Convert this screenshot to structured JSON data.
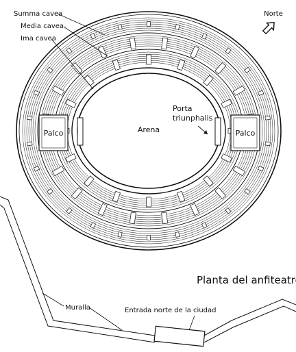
{
  "labels": {
    "summa_cavea": "Summa cavea",
    "media_cavea": "Media cavea",
    "ima_cavea": "Ima cavea",
    "norte": "Norte",
    "porta_line1": "Porta",
    "porta_line2": "triunphalis",
    "arena": "Arena",
    "palco_left": "Palco",
    "palco_right": "Palco",
    "title": "Planta del anfiteatro",
    "muralla": "Muralla",
    "entrada": "Entrada norte de la ciudad"
  },
  "icons": {
    "north_arrow": "north-arrow-icon"
  },
  "colors": {
    "ink": "#111111",
    "background": "#ffffff"
  }
}
